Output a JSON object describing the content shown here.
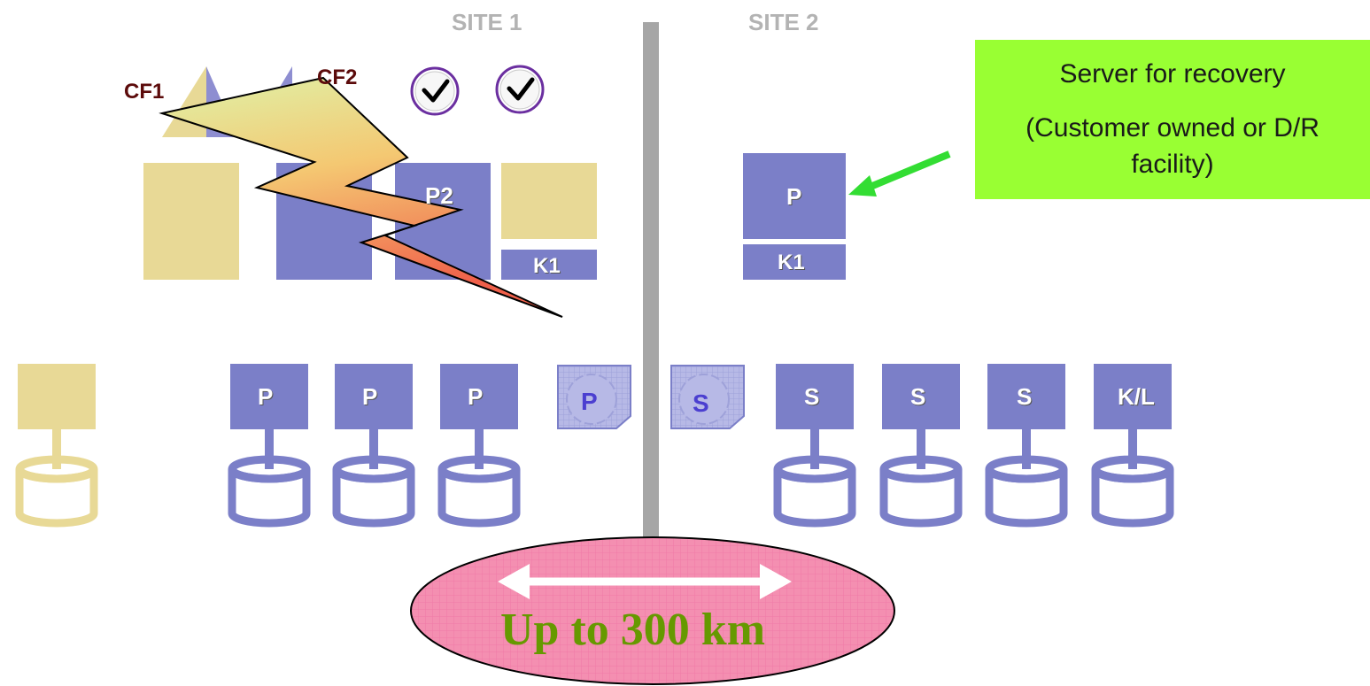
{
  "sites": {
    "site1": "SITE 1",
    "site2": "SITE 2"
  },
  "coupling_facilities": [
    "CF1",
    "CF2"
  ],
  "site1_systems": {
    "p2": "P2",
    "k1": "K1"
  },
  "recovery_server": {
    "top_label": "P",
    "bottom_label": "K1"
  },
  "callout": {
    "line1": "Server for recovery",
    "line2": "(Customer owned or D/R",
    "line3": "facility)"
  },
  "disk_labels": [
    "P",
    "P",
    "P",
    "P",
    "S",
    "S",
    "S",
    "S",
    "K/L"
  ],
  "distance_label": "Up to 300 km",
  "colors": {
    "system_blue": "#7b7fc8",
    "system_khaki": "#e8d996",
    "callout_green": "#99ff33",
    "ellipse_pink": "#f48fb1",
    "arrow_green": "#33dd33",
    "divider_gray": "#a6a6a6"
  },
  "icons": [
    "clock-icon",
    "lightning-bolt-icon",
    "disk-icon",
    "double-arrow-icon",
    "green-arrow-icon"
  ]
}
